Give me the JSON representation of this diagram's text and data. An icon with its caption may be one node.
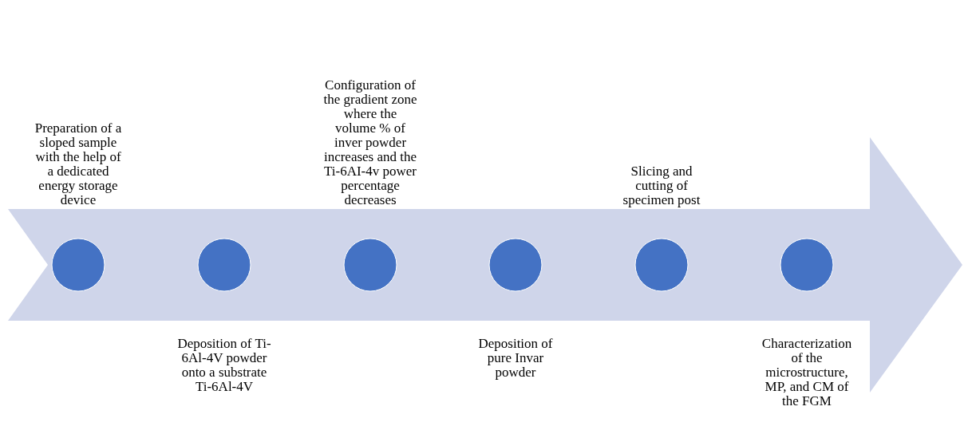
{
  "diagram": {
    "nodes": [
      {
        "text": [],
        "shape": "circle",
        "beside": [
          "Preparation of a sloped sample with the help of a dedicated energy storage device"
        ]
      },
      {
        "text": [],
        "shape": "circle",
        "beside": [
          "Deposition of Ti-6Al-4V powder onto a substrate Ti-6Al-4V"
        ]
      },
      {
        "text": [],
        "shape": "circle",
        "beside": [
          "Configuration of the gradient zone where the volume % of inver powder increases and the Ti-6AI-4v power percentage decreases"
        ]
      },
      {
        "text": [],
        "shape": "circle",
        "beside": [
          "Deposition of pure Invar powder"
        ]
      },
      {
        "text": [],
        "shape": "circle",
        "beside": [
          "Slicing and cutting of specimen post"
        ]
      },
      {
        "text": [],
        "shape": "circle",
        "beside": [
          "Characterization of the microstructure, MP, and CM of the FGM"
        ]
      }
    ],
    "edges": []
  }
}
